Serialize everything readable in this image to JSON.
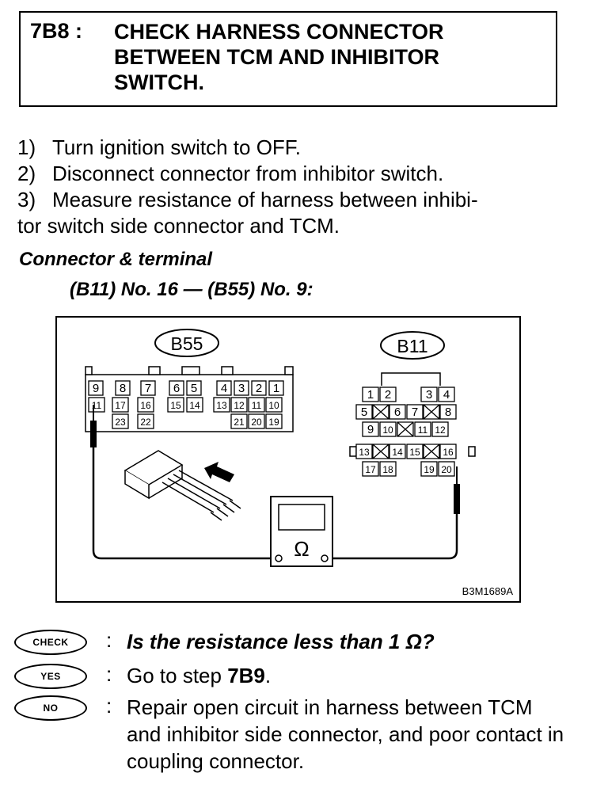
{
  "step": {
    "id": "7B8 :",
    "title": "CHECK HARNESS CONNECTOR\nBETWEEN TCM AND INHIBITOR\nSWITCH."
  },
  "instructions": [
    {
      "num": "1)",
      "text": "Turn ignition switch to OFF."
    },
    {
      "num": "2)",
      "text": "Disconnect connector from inhibitor switch."
    },
    {
      "num": "3)",
      "text": "Measure resistance of harness between inhibi-"
    }
  ],
  "instruction_continuation": "tor switch side connector and TCM.",
  "connector_terminal": {
    "heading": "Connector & terminal",
    "pins": "(B11) No. 16 — (B55) No. 9:"
  },
  "diagram": {
    "b55_label": "B55",
    "b11_label": "B11",
    "figure_id": "B3M1689A",
    "ohm_symbol": "Ω",
    "b55_rows": [
      [
        "9",
        "8",
        "7",
        "6",
        "5",
        "4",
        "3",
        "2",
        "1"
      ],
      [
        "11",
        "17",
        "16",
        "15",
        "14",
        "13",
        "12",
        "11",
        "10"
      ],
      [
        "23",
        "22",
        "21",
        "20",
        "19"
      ]
    ],
    "b11_rows": [
      [
        "1",
        "2",
        "3",
        "4"
      ],
      [
        "5",
        "6",
        "7",
        "8"
      ],
      [
        "9",
        "10",
        "11",
        "12"
      ],
      [
        "13",
        "14",
        "15",
        "16"
      ],
      [
        "17",
        "18",
        "19",
        "20"
      ]
    ]
  },
  "check": {
    "badge": "CHECK",
    "colon": ":",
    "question": "Is the resistance less than 1 Ω?"
  },
  "yes": {
    "badge": "YES",
    "colon": ":",
    "text_prefix": "Go to step ",
    "step_ref": "7B9",
    "text_suffix": "."
  },
  "no": {
    "badge": "NO",
    "colon": ":",
    "text": "Repair open circuit in harness between TCM and inhibitor side connector, and poor contact in coupling connector."
  }
}
